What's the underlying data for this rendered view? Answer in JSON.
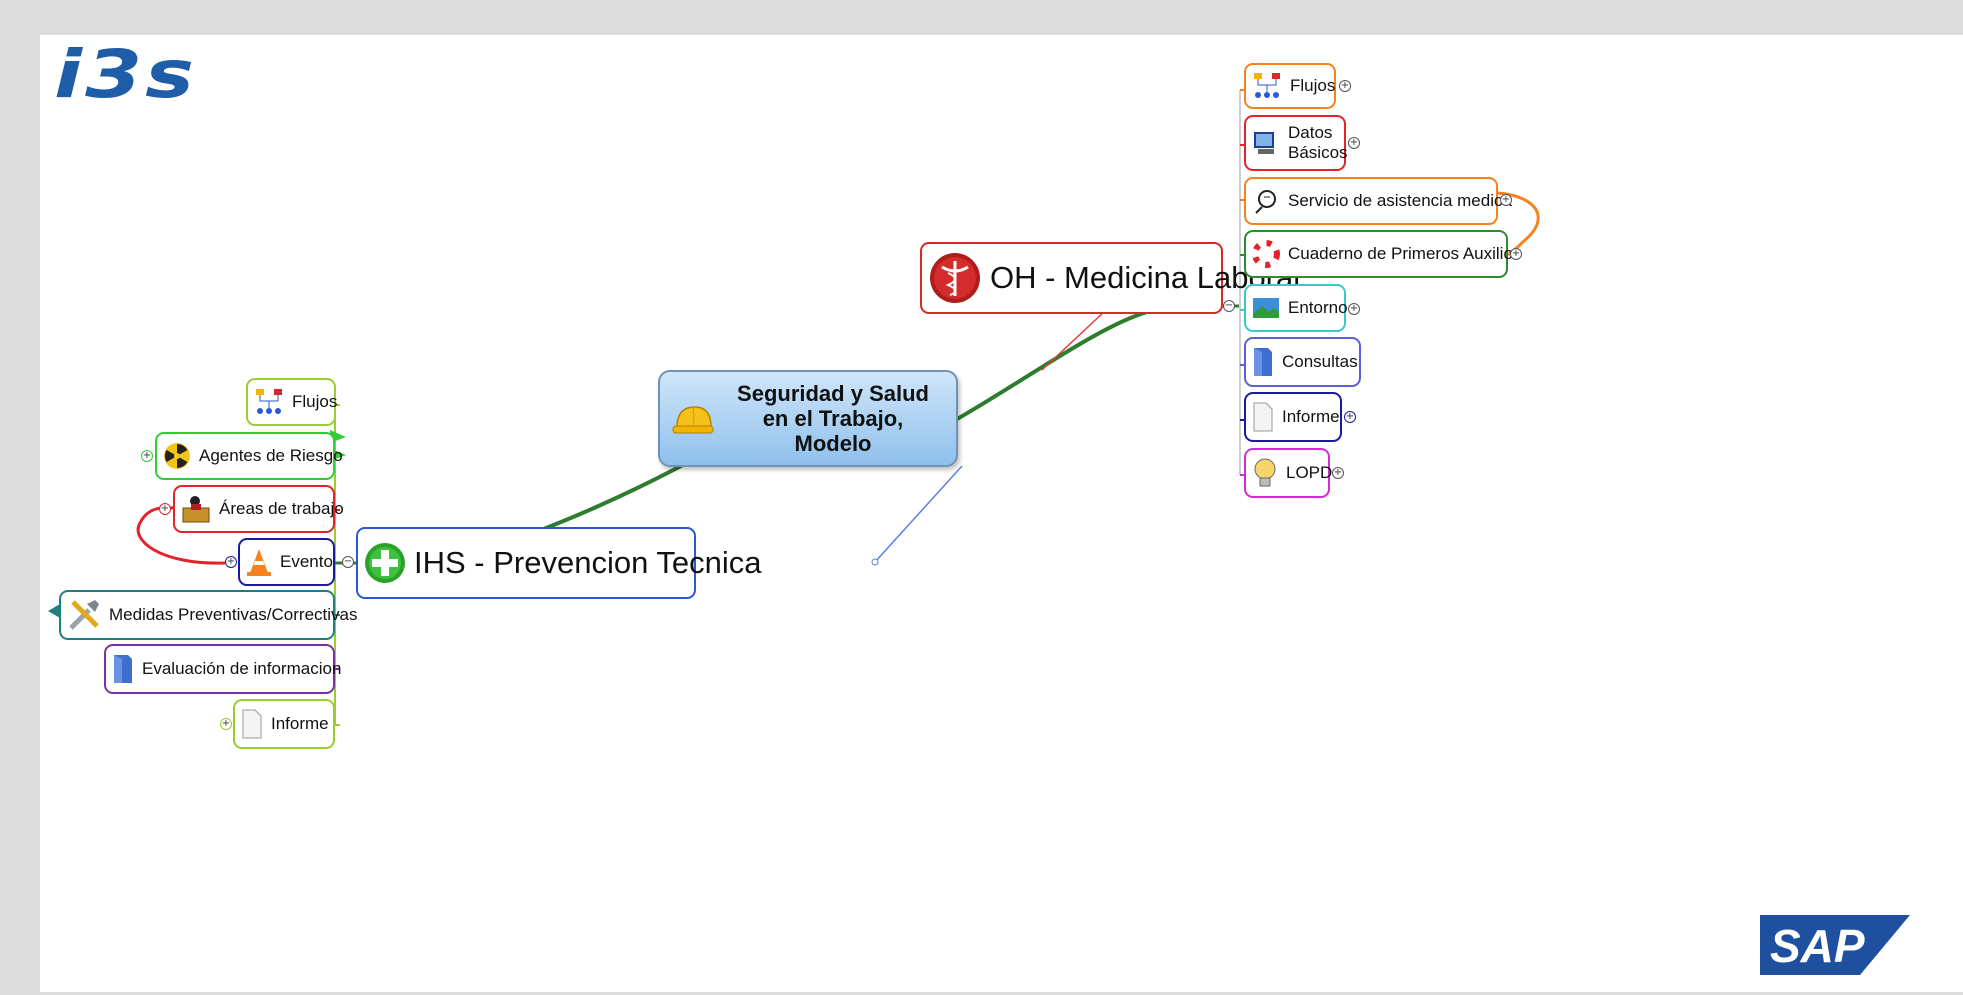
{
  "brand": {
    "left_logo": "i3s",
    "right_logo": "SAP"
  },
  "central": {
    "label": "Seguridad y Salud en el Trabajo, Modelo",
    "icon": "hard-hat-icon"
  },
  "branches": {
    "medicina": {
      "label": "OH - Medicina Laboral",
      "icon": "caduceus-icon",
      "color": "#d62a2a",
      "children": [
        {
          "label": "Flujos",
          "icon": "flow-icon",
          "color": "#f5821f"
        },
        {
          "label": "Datos Básicos",
          "icon": "monitor-icon",
          "color": "#e2232a"
        },
        {
          "label": "Servicio de asistencia medica",
          "icon": "stethoscope-icon",
          "color": "#f5821f"
        },
        {
          "label": "Cuaderno de Primeros Auxilios",
          "icon": "lifebuoy-icon",
          "color": "#2e8b2e"
        },
        {
          "label": "Entorno",
          "icon": "landscape-icon",
          "color": "#3cc6cf"
        },
        {
          "label": "Consultas",
          "icon": "folder-icon",
          "color": "#5b5fd8"
        },
        {
          "label": "Informe",
          "icon": "document-icon",
          "color": "#1a1aa0"
        },
        {
          "label": "LOPD",
          "icon": "lightbulb-icon",
          "color": "#d62ad6"
        }
      ]
    },
    "prevencion": {
      "label": "IHS - Prevencion Tecnica",
      "icon": "green-cross-icon",
      "color": "#2a59d6",
      "children": [
        {
          "label": "Flujos",
          "icon": "flow-icon",
          "color": "#9acd32"
        },
        {
          "label": "Agentes de Riesgo",
          "icon": "radiation-icon",
          "color": "#33cc33"
        },
        {
          "label": "Áreas de trabajo",
          "icon": "desk-icon",
          "color": "#e2232a"
        },
        {
          "label": "Evento",
          "icon": "cone-icon",
          "color": "#1a1aa0"
        },
        {
          "label": "Medidas Preventivas/Correctivas",
          "icon": "tools-icon",
          "color": "#1f7f7f"
        },
        {
          "label": "Evaluación de informacion",
          "icon": "folder-icon",
          "color": "#7b2fa8"
        },
        {
          "label": "Informe",
          "icon": "document-icon",
          "color": "#9acd32"
        }
      ]
    }
  }
}
